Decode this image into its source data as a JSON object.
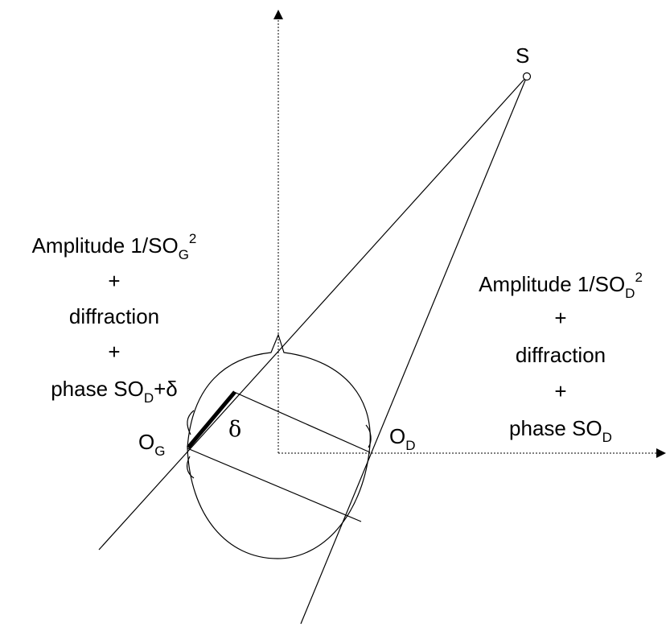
{
  "labels": {
    "source": "S",
    "ear_left": "O",
    "ear_left_sub": "G",
    "ear_right": "O",
    "ear_right_sub": "D",
    "delta": "δ"
  },
  "left_block": {
    "line1": "Amplitude 1/SO",
    "line1_sub": "G",
    "line1_sup": "2",
    "plus1": "+",
    "line2": "diffraction",
    "plus2": "+",
    "line3_start": "phase SO",
    "line3_sub": "D",
    "line3_end": "+δ"
  },
  "right_block": {
    "line1": "Amplitude 1/SO",
    "line1_sub": "D",
    "line1_sup": "2",
    "plus1": "+",
    "line2": "diffraction",
    "plus2": "+",
    "line3": "phase SO",
    "line3_sub": "D"
  }
}
